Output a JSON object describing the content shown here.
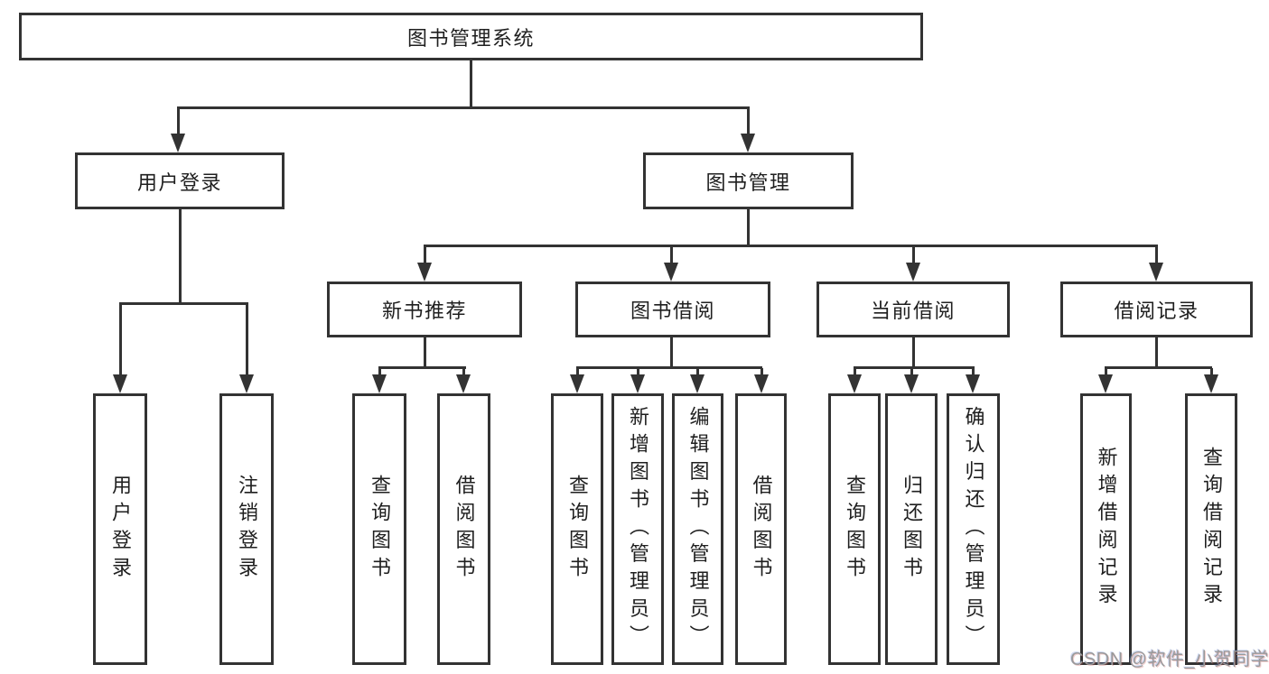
{
  "tree": {
    "root": {
      "label": "图书管理系统"
    },
    "children": [
      {
        "label": "用户登录",
        "children": [
          {
            "label": "用户登录"
          },
          {
            "label": "注销登录"
          }
        ]
      },
      {
        "label": "图书管理",
        "children": [
          {
            "label": "新书推荐",
            "children": [
              {
                "label": "查询图书"
              },
              {
                "label": "借阅图书"
              }
            ]
          },
          {
            "label": "图书借阅",
            "children": [
              {
                "label": "查询图书"
              },
              {
                "label": "新增图书（管理员）"
              },
              {
                "label": "编辑图书（管理员）"
              },
              {
                "label": "借阅图书"
              }
            ]
          },
          {
            "label": "当前借阅",
            "children": [
              {
                "label": "查询图书"
              },
              {
                "label": "归还图书"
              },
              {
                "label": "确认归还（管理员）"
              }
            ]
          },
          {
            "label": "借阅记录",
            "children": [
              {
                "label": "新增借阅记录"
              },
              {
                "label": "查询借阅记录"
              }
            ]
          }
        ]
      }
    ]
  },
  "watermark": {
    "text": "CSDN @软件_小贺同学"
  },
  "colors": {
    "line": "#333333",
    "text": "#1f1f1f",
    "background": "#ffffff",
    "watermark": "#9a9a9a"
  }
}
